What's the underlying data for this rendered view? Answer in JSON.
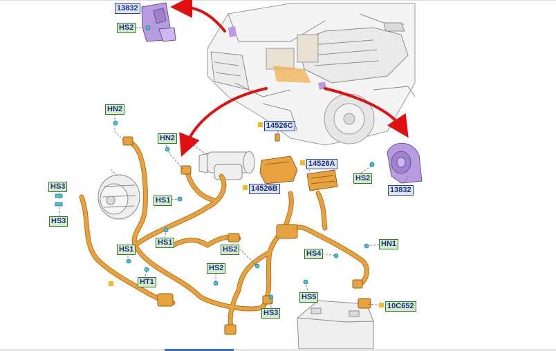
{
  "labels": [
    {
      "id": "13832-top",
      "text": "13832",
      "kind": "part"
    },
    {
      "id": "hs2-top",
      "text": "HS2",
      "kind": "fastener"
    },
    {
      "id": "hn2-left",
      "text": "HN2",
      "kind": "fastener"
    },
    {
      "id": "hn2-mid",
      "text": "HN2",
      "kind": "fastener"
    },
    {
      "id": "14526c",
      "text": "14526C",
      "kind": "part"
    },
    {
      "id": "14526a",
      "text": "14526A",
      "kind": "part"
    },
    {
      "id": "14526b",
      "text": "14526B",
      "kind": "part"
    },
    {
      "id": "hs2-right",
      "text": "HS2",
      "kind": "fastener"
    },
    {
      "id": "13832-right",
      "text": "13832",
      "kind": "part"
    },
    {
      "id": "hs3-upper",
      "text": "HS3",
      "kind": "fastener"
    },
    {
      "id": "hs3-lower",
      "text": "HS3",
      "kind": "fastener"
    },
    {
      "id": "hs1-mid",
      "text": "HS1",
      "kind": "fastener"
    },
    {
      "id": "hs1-center",
      "text": "HS1",
      "kind": "fastener"
    },
    {
      "id": "hs1-left",
      "text": "HS1",
      "kind": "fastener"
    },
    {
      "id": "ht1",
      "text": "HT1",
      "kind": "fastener"
    },
    {
      "id": "hs2-center",
      "text": "HS2",
      "kind": "fastener"
    },
    {
      "id": "hs2-lower",
      "text": "HS2",
      "kind": "fastener"
    },
    {
      "id": "hs4",
      "text": "HS4",
      "kind": "fastener"
    },
    {
      "id": "hn1",
      "text": "HN1",
      "kind": "fastener"
    },
    {
      "id": "hs5",
      "text": "HS5",
      "kind": "fastener"
    },
    {
      "id": "hs3-bottom",
      "text": "HS3",
      "kind": "fastener"
    },
    {
      "id": "10c652",
      "text": "10C652",
      "kind": "part"
    }
  ],
  "colors": {
    "harness": "#e8a23f",
    "harness_dark": "#b87418",
    "horn": "#b79ce0",
    "horn_dark": "#6b4e9e",
    "fastener": "#48c0d8",
    "callout_arrow": "#e01010",
    "vehicle_line": "#8a8a8a",
    "marker": "#f2b92a"
  }
}
